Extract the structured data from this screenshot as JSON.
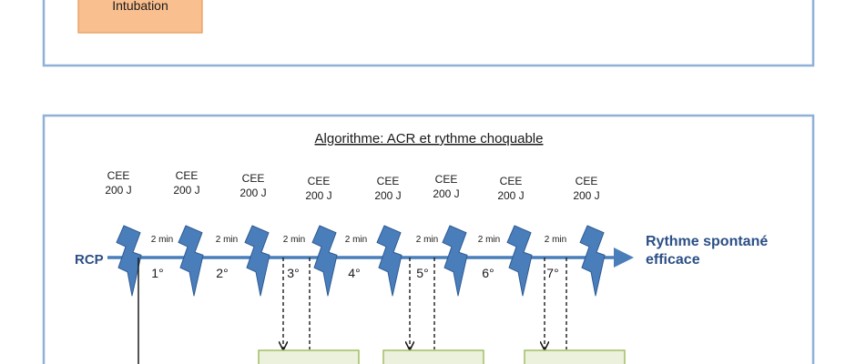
{
  "top_panel": {
    "intubation_label": "Intubation",
    "box_fill": "#f9bf8f",
    "box_stroke": "#e69a55"
  },
  "algorithm_panel": {
    "title": "Algorithme: ACR et rythme choquable",
    "start_label": "RCP",
    "end_label_line1": "Rythme spontané",
    "end_label_line2": "efficace",
    "shocks": [
      {
        "line1": "CEE",
        "line2": "200 J"
      },
      {
        "line1": "CEE",
        "line2": "200 J"
      },
      {
        "line1": "CEE",
        "line2": "200 J"
      },
      {
        "line1": "CEE",
        "line2": "200 J"
      },
      {
        "line1": "CEE",
        "line2": "200 J"
      },
      {
        "line1": "CEE",
        "line2": "200 J"
      },
      {
        "line1": "CEE",
        "line2": "200 J"
      },
      {
        "line1": "CEE",
        "line2": "200 J"
      }
    ],
    "intervals": [
      {
        "duration": "2 min",
        "cycle": "1°"
      },
      {
        "duration": "2 min",
        "cycle": "2°"
      },
      {
        "duration": "2 min",
        "cycle": "3°"
      },
      {
        "duration": "2 min",
        "cycle": "4°"
      },
      {
        "duration": "2 min",
        "cycle": "5°"
      },
      {
        "duration": "2 min",
        "cycle": "6°"
      },
      {
        "duration": "2 min",
        "cycle": "7°"
      }
    ],
    "action_boxes": [
      "",
      "",
      ""
    ]
  },
  "colors": {
    "panel_border": "#8fb0d8",
    "arrow": "#4a7ebb",
    "bolt_fill": "#4a7ebb",
    "bolt_stroke": "#2c5a92",
    "label_blue": "#2b4f86",
    "green_box_fill": "#ebf1dd",
    "green_box_stroke": "#9bbb59"
  }
}
